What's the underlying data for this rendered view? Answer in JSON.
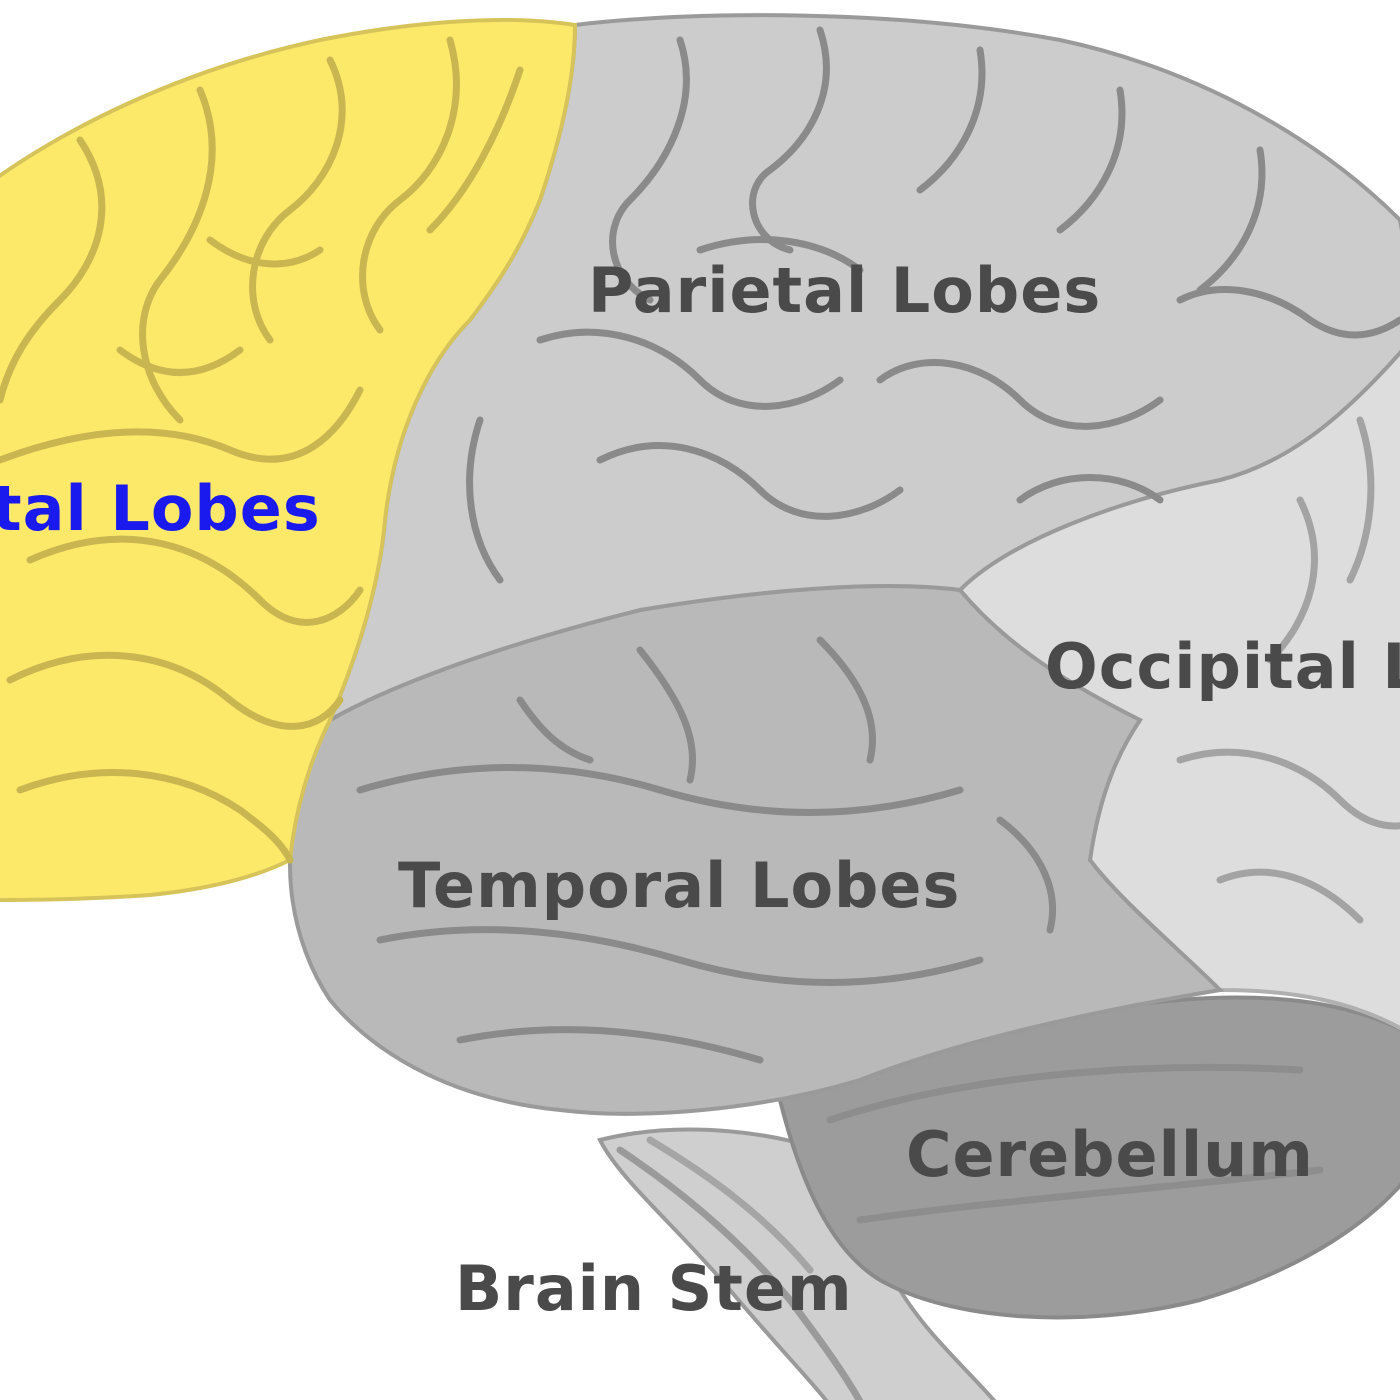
{
  "labels": {
    "frontal": "tal Lobes",
    "parietal": "Parietal Lobes",
    "occipital": "Occipital L",
    "temporal": "Temporal Lobes",
    "cerebellum": "Cerebellum",
    "brain_stem": "Brain Stem"
  },
  "colors": {
    "background": "#ffffff",
    "frontal_fill": "#fce96a",
    "frontal_sulcus": "#c9b650",
    "frontal_label": "#1a1aee",
    "parietal_fill": "#cccccc",
    "occipital_fill": "#dddddd",
    "temporal_fill": "#b9b9b9",
    "cerebellum_fill": "#9c9c9c",
    "brain_stem_fill": "#cfcfcf",
    "sulcus": "#8a8a8a",
    "outline": "#999999",
    "label_text": "#4a4a4a"
  }
}
